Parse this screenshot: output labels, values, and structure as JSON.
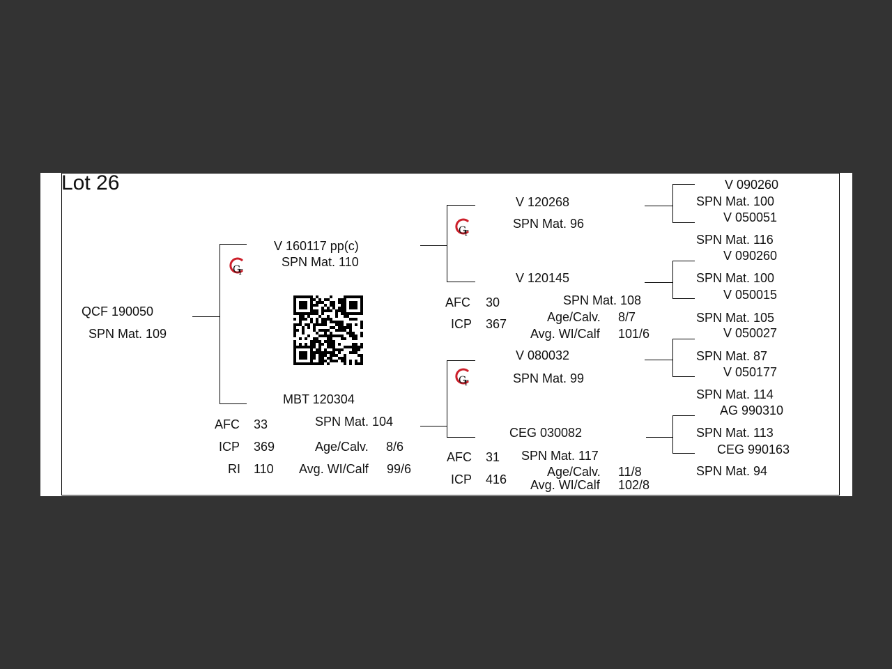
{
  "lot": "Lot 26",
  "subject": {
    "id": "QCF 190050",
    "spn": "SPN Mat. 109"
  },
  "sire": {
    "id": "V   160117   pp(c)",
    "spn": "SPN Mat. 110"
  },
  "dam": {
    "id": "MBT 120304",
    "spn": "SPN Mat. 104",
    "stats": {
      "afc_label": "AFC",
      "afc": "33",
      "icp_label": "ICP",
      "icp": "369",
      "ri_label": "RI",
      "ri": "110",
      "agecalv_label": "Age/Calv.",
      "agecalv": "8/6",
      "wi_label": "Avg. WI/Calf",
      "wi": "99/6"
    }
  },
  "sire_sire": {
    "id": "V   120268",
    "spn": "SPN Mat. 96"
  },
  "sire_dam": {
    "id": "V   120145",
    "spn": "SPN Mat. 108",
    "stats": {
      "afc_label": "AFC",
      "afc": "30",
      "icp_label": "ICP",
      "icp": "367",
      "agecalv_label": "Age/Calv.",
      "agecalv": "8/7",
      "wi_label": "Avg. WI/Calf",
      "wi": "101/6"
    }
  },
  "dam_sire": {
    "id": "V   080032",
    "spn": "SPN Mat. 99"
  },
  "dam_dam": {
    "id": "CEG 030082",
    "spn": "SPN Mat. 117",
    "stats": {
      "afc_label": "AFC",
      "afc": "31",
      "icp_label": "ICP",
      "icp": "416",
      "agecalv_label": "Age/Calv.",
      "agecalv": "11/8",
      "wi_label": "Avg. WI/Calf",
      "wi": "102/8"
    }
  },
  "gen4": [
    {
      "id": "V   090260",
      "spn": "SPN Mat. 100"
    },
    {
      "id": "V   050051",
      "spn": "SPN Mat. 116"
    },
    {
      "id": "V   090260",
      "spn": "SPN Mat. 100"
    },
    {
      "id": "V   050015",
      "spn": "SPN Mat. 105"
    },
    {
      "id": "V   050027",
      "spn": "SPN Mat. 87"
    },
    {
      "id": "V   050177",
      "spn": "SPN Mat. 114"
    },
    {
      "id": "AG  990310",
      "spn": "SPN Mat. 113"
    },
    {
      "id": "CEG 990163",
      "spn": "SPN Mat. 94"
    }
  ],
  "icons": {
    "logo": "gt-breeder-logo-icon",
    "qr": "qr-code"
  },
  "colors": {
    "background": "#333333",
    "paper": "#ffffff",
    "logo_red": "#cc1f2a"
  }
}
